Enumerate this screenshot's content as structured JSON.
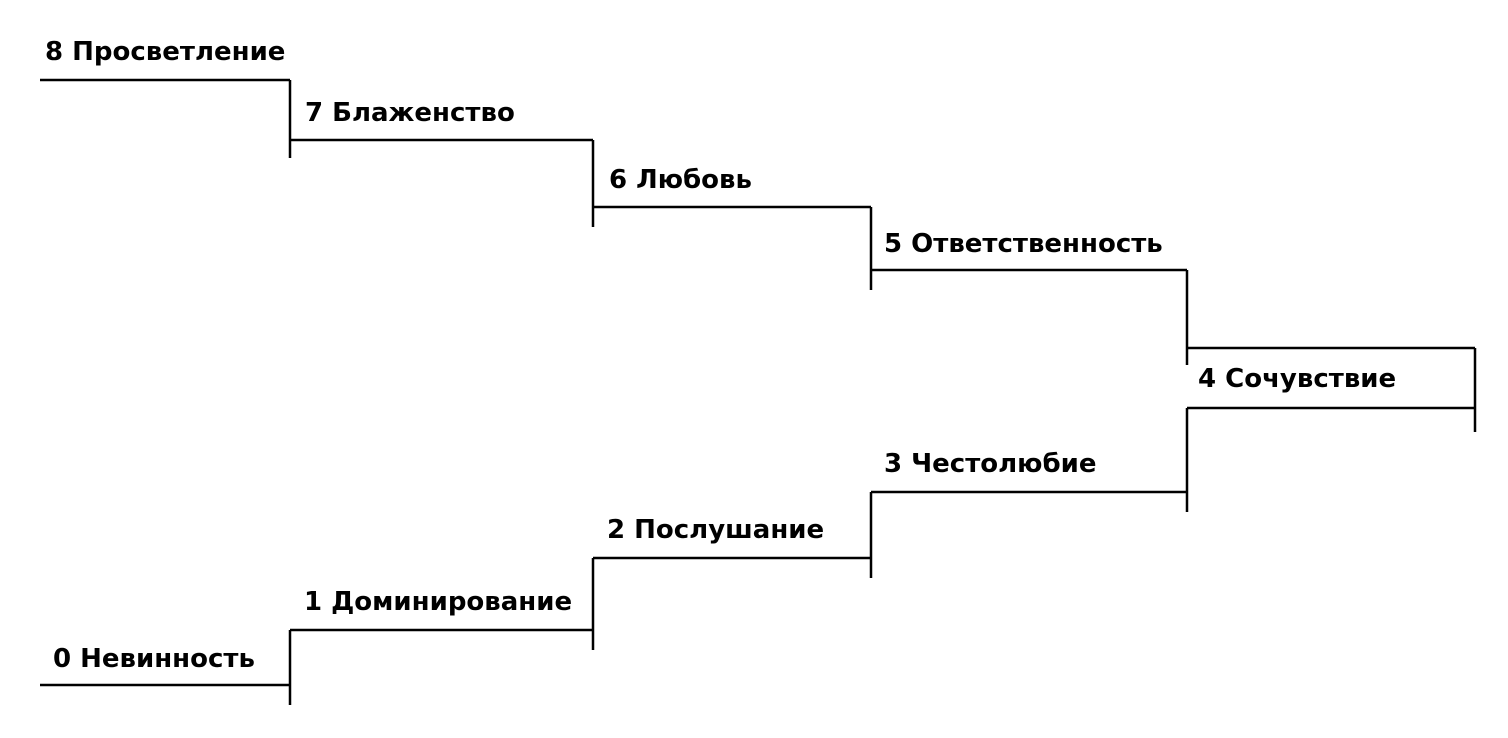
{
  "diagram": {
    "levels": [
      {
        "number": "0",
        "label": "0 Невинность"
      },
      {
        "number": "1",
        "label": "1 Доминирование"
      },
      {
        "number": "2",
        "label": "2 Послушание"
      },
      {
        "number": "3",
        "label": "3 Честолюбие"
      },
      {
        "number": "4",
        "label": "4 Сочувствие"
      },
      {
        "number": "5",
        "label": "5 Ответственность"
      },
      {
        "number": "6",
        "label": "6 Любовь"
      },
      {
        "number": "7",
        "label": "7 Блаженство"
      },
      {
        "number": "8",
        "label": "8 Просветление"
      }
    ]
  }
}
